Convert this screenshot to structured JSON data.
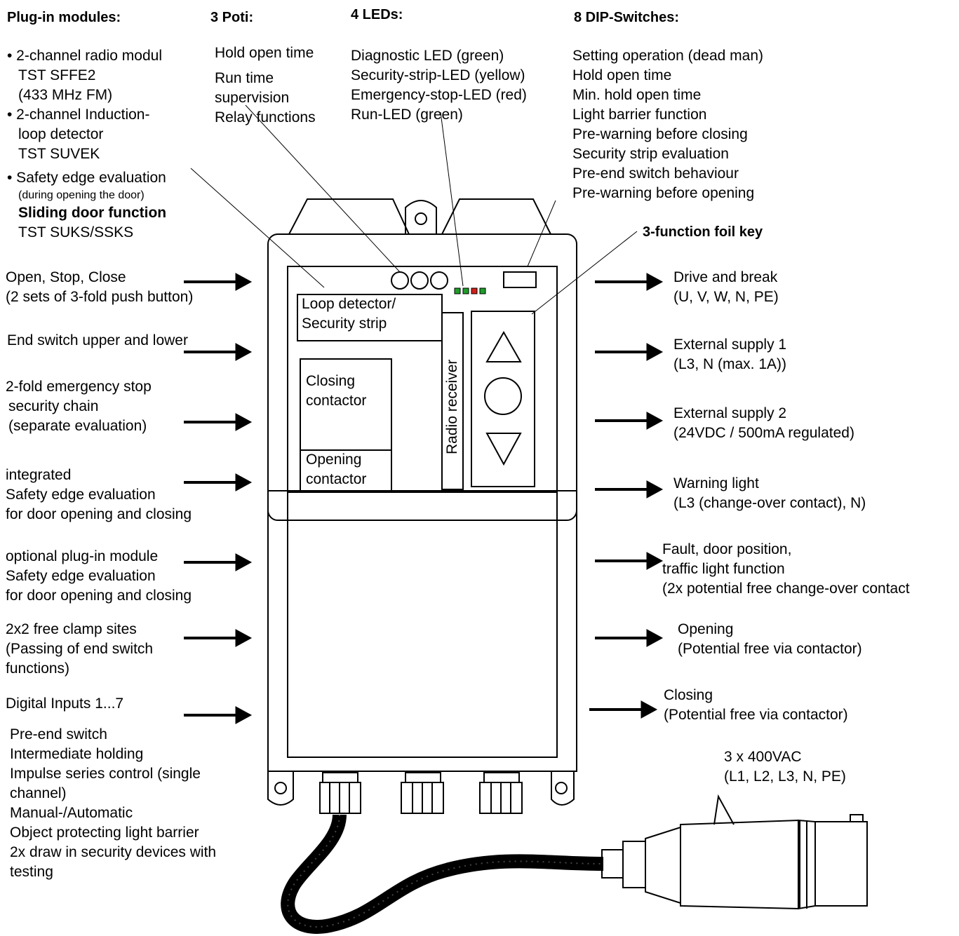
{
  "headers": {
    "plugin": "Plug-in modules:",
    "poti": "3 Poti:",
    "leds": "4 LEDs:",
    "dip": "8 DIP-Switches:"
  },
  "plugin_modules": {
    "m1": [
      "• 2-channel radio modul",
      "TST SFFE2",
      "(433 MHz FM)"
    ],
    "m2": [
      "• 2-channel Induction-",
      "loop detector",
      "TST SUVEK"
    ],
    "m3_line1": "• Safety edge evaluation",
    "m3_small": "(during opening the door)",
    "m3_bold": "Sliding door function",
    "m3_last": "TST SUKS/SSKS"
  },
  "poti_items": [
    "Hold open time",
    "Run time",
    "supervision",
    "Relay functions"
  ],
  "led_items": [
    "Diagnostic LED (green)",
    "Security-strip-LED (yellow)",
    "Emergency-stop-LED (red)",
    "Run-LED (green)"
  ],
  "dip_items": [
    "Setting operation (dead man)",
    "Hold open time",
    "Min. hold open time",
    "Light barrier function",
    "Pre-warning before closing",
    "Security strip evaluation",
    "Pre-end switch behaviour",
    "Pre-warning before opening"
  ],
  "foil_key_label": "3-function foil key",
  "inputs": {
    "open_stop_close": [
      "Open, Stop, Close",
      "(2 sets of 3-fold push button)"
    ],
    "end_switch": [
      "End switch upper and lower"
    ],
    "emergency": [
      "2-fold emergency stop",
      "security chain",
      "(separate evaluation)"
    ],
    "integrated": [
      "integrated",
      "Safety edge evaluation",
      "for door opening and closing"
    ],
    "optional": [
      "optional plug-in module",
      "Safety edge evaluation",
      "for door opening and closing"
    ],
    "clamp": [
      "2x2 free clamp sites",
      "(Passing of end switch",
      "functions)"
    ],
    "digital": [
      "Digital Inputs 1...7"
    ],
    "digital_list": [
      "Pre-end switch",
      "Intermediate holding",
      "Impulse series control (single",
      "channel)",
      "Manual-/Automatic",
      "Object protecting light barrier",
      "2x draw in security devices with",
      "testing"
    ]
  },
  "outputs": {
    "drive": [
      "Drive and break",
      "(U, V, W, N, PE)"
    ],
    "ext1": [
      "External supply 1",
      "(L3, N (max. 1A))"
    ],
    "ext2": [
      "External supply 2",
      "(24VDC / 500mA regulated)"
    ],
    "warning": [
      "Warning light",
      "(L3 (change-over contact), N)"
    ],
    "fault": [
      "Fault, door position,",
      "traffic light function",
      "(2x potential free change-over contact"
    ],
    "opening": [
      "Opening",
      "(Potential free via contactor)"
    ],
    "closing": [
      "Closing",
      "(Potential free via contactor)"
    ]
  },
  "board": {
    "loop": [
      "Loop detector/",
      "Security strip"
    ],
    "radio": "Radio receiver",
    "closing_contactor": [
      "Closing",
      "contactor"
    ],
    "opening_contactor": [
      "Opening",
      "contactor"
    ]
  },
  "supply": [
    "3 x 400VAC",
    "(L1, L2, L3, N, PE)"
  ],
  "led_colors": [
    "#1e9e2a",
    "#1e9e2a",
    "#d0201b",
    "#1e9e2a"
  ]
}
